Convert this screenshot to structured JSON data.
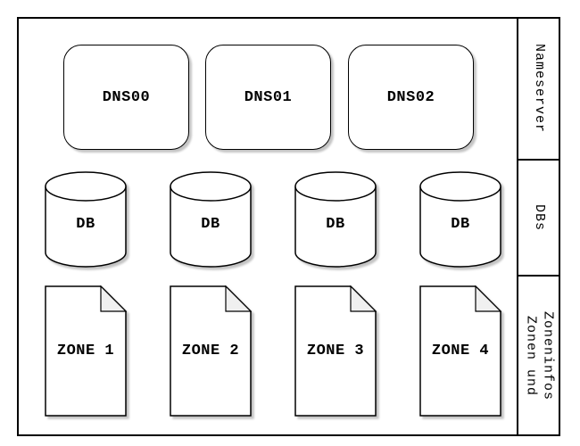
{
  "nameservers": [
    {
      "label": "DNS00"
    },
    {
      "label": "DNS01"
    },
    {
      "label": "DNS02"
    }
  ],
  "databases": [
    {
      "label": "DB"
    },
    {
      "label": "DB"
    },
    {
      "label": "DB"
    },
    {
      "label": "DB"
    }
  ],
  "zones": [
    {
      "label": "ZONE 1"
    },
    {
      "label": "ZONE 2"
    },
    {
      "label": "ZONE 3"
    },
    {
      "label": "ZONE 4"
    }
  ],
  "sidebar": {
    "nameserver_label": "Nameserver",
    "dbs_label": "DBs",
    "zones_label": "Zonen und\nZoneninfos"
  },
  "colors": {
    "stroke": "#000000",
    "shape_fill": "#ffffff",
    "fold_fill": "#f0f0f0",
    "shadow": "#c4c4c4"
  }
}
